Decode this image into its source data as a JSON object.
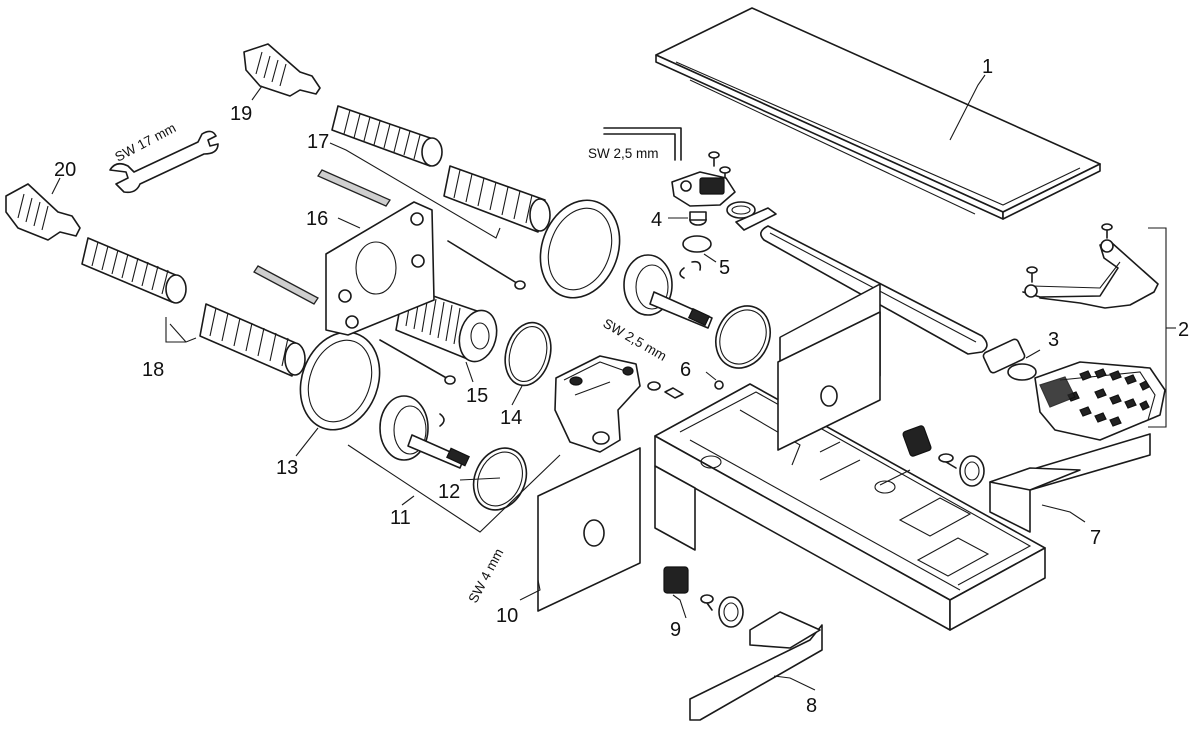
{
  "callouts": [
    "1",
    "2",
    "3",
    "4",
    "5",
    "6",
    "7",
    "8",
    "9",
    "10",
    "11",
    "12",
    "13",
    "14",
    "15",
    "16",
    "17",
    "18",
    "19",
    "20"
  ],
  "tool_labels": {
    "sw17": "SW 17 mm",
    "sw25_top": "SW 2,5 mm",
    "sw25_mid": "SW 2,5 mm",
    "sw4": "SW 4 mm"
  },
  "icons": [
    "spanner-icon",
    "hex-key-icon"
  ]
}
